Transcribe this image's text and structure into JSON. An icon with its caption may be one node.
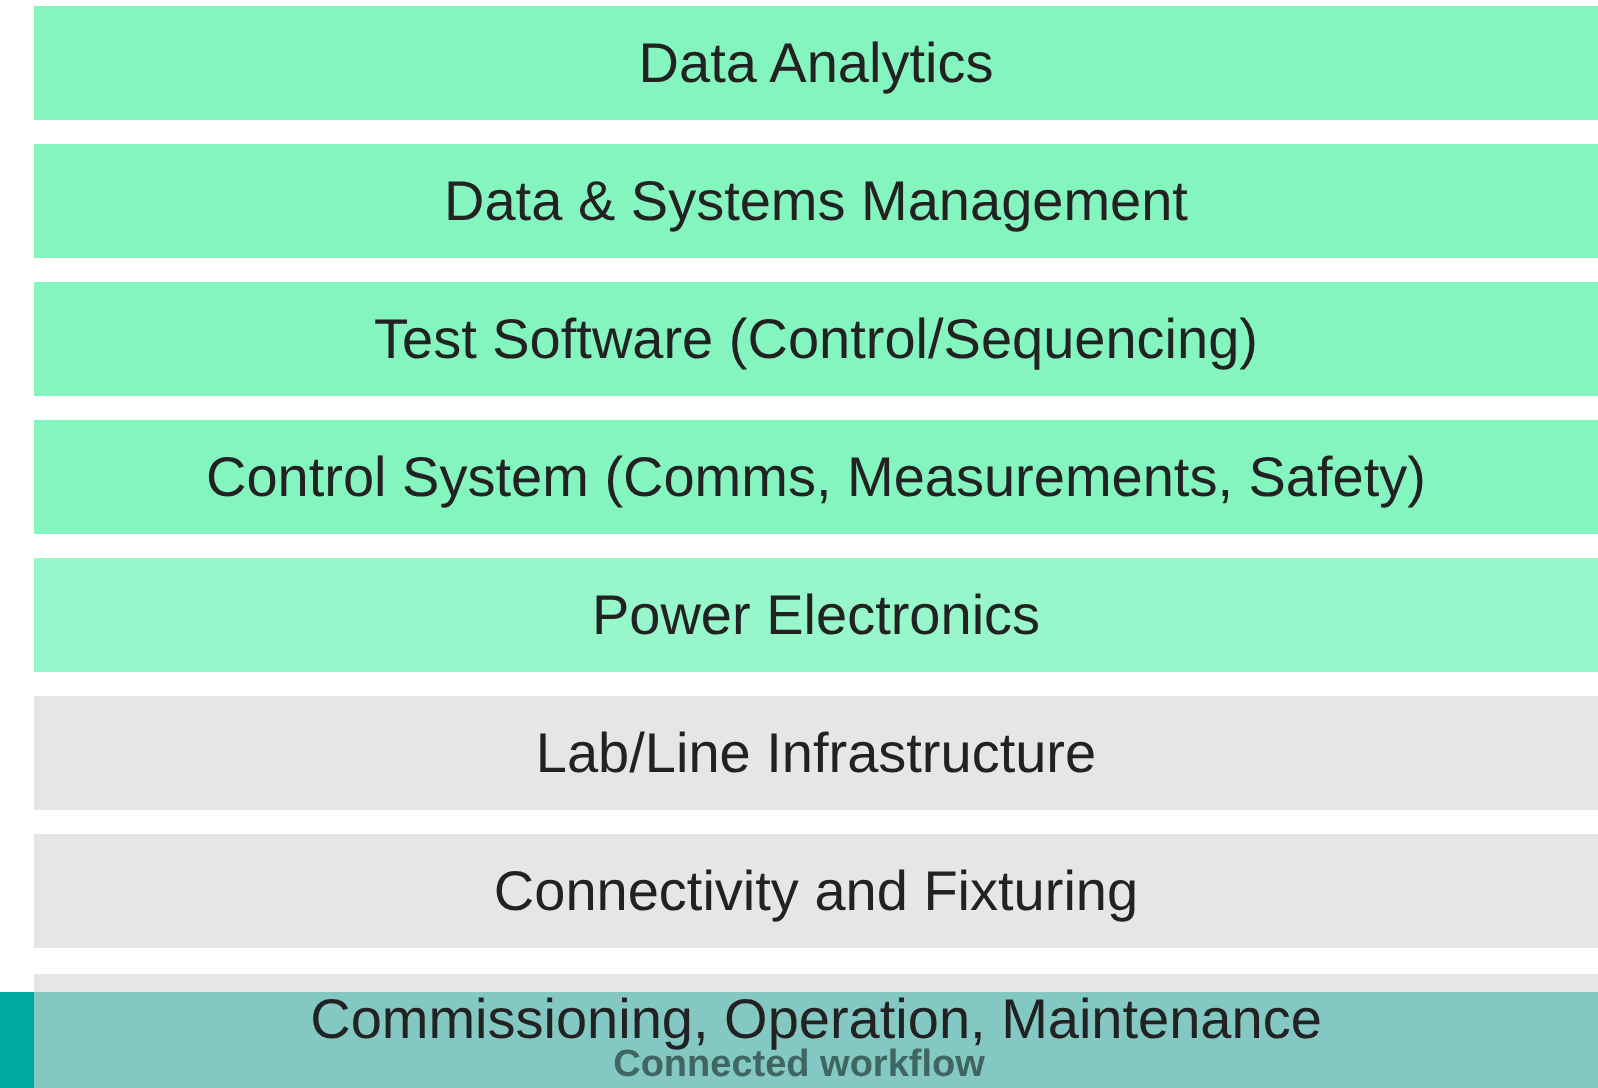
{
  "diagram": {
    "nodes": [
      {
        "text": [
          "Data Analytics"
        ]
      },
      {
        "text": [
          "Data & Systems Management"
        ]
      },
      {
        "text": [
          "Test Software (Control/Sequencing)"
        ]
      },
      {
        "text": [
          "Control System (Comms, Measurements, Safety)"
        ]
      },
      {
        "text": [
          "Power Electronics"
        ]
      },
      {
        "text": [
          "Lab/Line Infrastructure"
        ]
      },
      {
        "text": [
          "Connectivity and Fixturing"
        ]
      },
      {
        "text": [
          "Commissioning, Operation, Maintenance"
        ]
      }
    ],
    "labels": [
      "Connected workflow"
    ]
  }
}
